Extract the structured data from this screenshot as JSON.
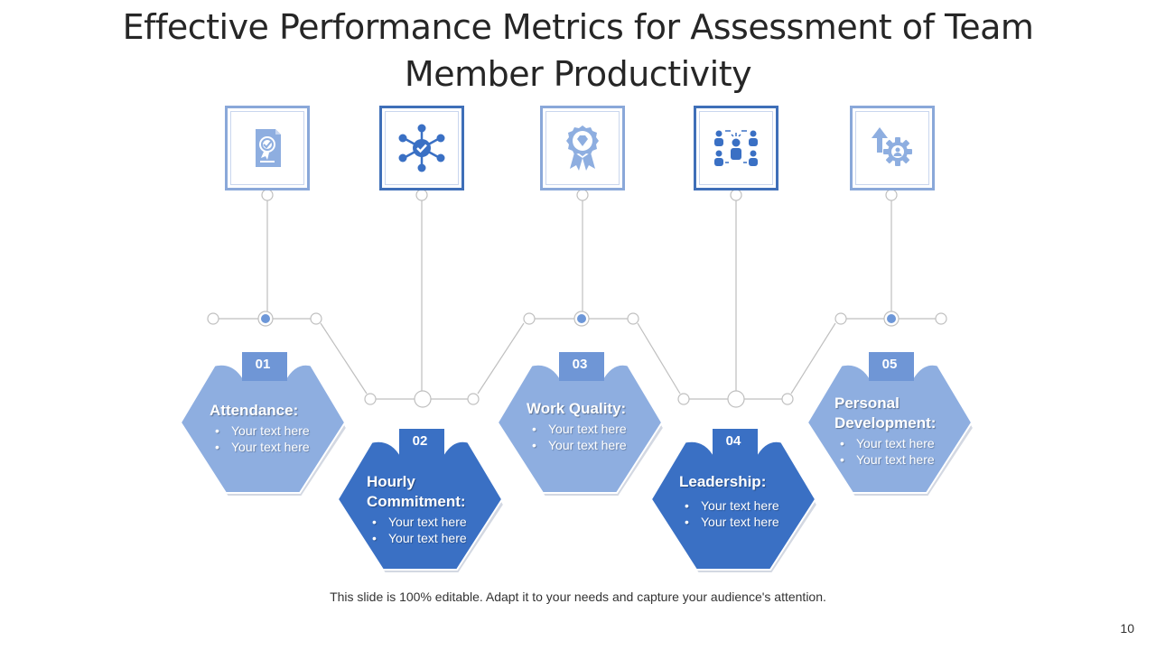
{
  "title_lines": [
    "Effective Performance Metrics for Assessment of Team",
    "Member Productivity"
  ],
  "colors": {
    "light_blue": "#8eaee0",
    "dark_blue": "#3a70c4",
    "connector": "#bfbfbf",
    "tab_blue": "#4f7fcc"
  },
  "cards": [
    {
      "number": "01",
      "title_lines": [
        "Attendance:"
      ],
      "bullets": [
        "Your text here",
        "Your text here"
      ],
      "shade": "light",
      "icon": "document-badge-icon"
    },
    {
      "number": "02",
      "title_lines": [
        "Hourly",
        "Commitment:"
      ],
      "bullets": [
        "Your text here",
        "Your text here"
      ],
      "shade": "dark",
      "icon": "network-check-icon"
    },
    {
      "number": "03",
      "title_lines": [
        "Work Quality:"
      ],
      "bullets": [
        "Your text here",
        "Your text here"
      ],
      "shade": "light",
      "icon": "award-diamond-icon"
    },
    {
      "number": "04",
      "title_lines": [
        "Leadership:"
      ],
      "bullets": [
        "Your text here",
        "Your text here"
      ],
      "shade": "dark",
      "icon": "team-leader-icon"
    },
    {
      "number": "05",
      "title_lines": [
        "Personal",
        "Development:"
      ],
      "bullets": [
        "Your text here",
        "Your text here"
      ],
      "shade": "light",
      "icon": "growth-gear-icon"
    }
  ],
  "footer": "This slide is 100% editable. Adapt it to your needs and capture your audience's attention.",
  "page_number": "10"
}
